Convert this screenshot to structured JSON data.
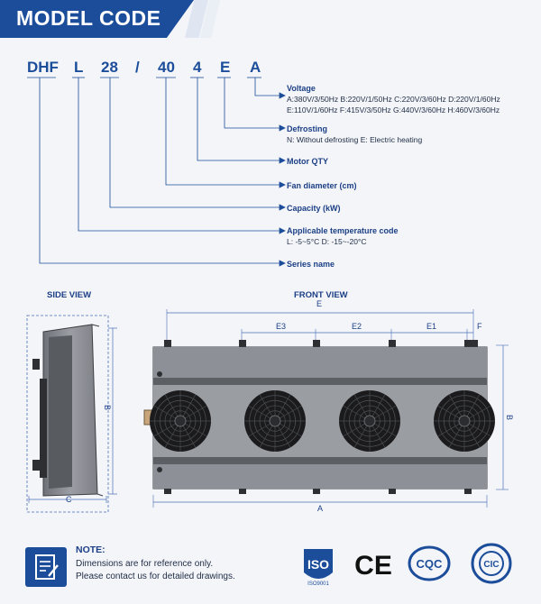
{
  "header": {
    "title": "MODEL CODE"
  },
  "model_code": {
    "segments": [
      "DHF",
      "L",
      "28",
      "/",
      "40",
      "4",
      "E",
      "A"
    ]
  },
  "fields": {
    "voltage": {
      "label": "Voltage",
      "line1": "A:380V/3/50Hz  B:220V/1/50Hz  C:220V/3/60Hz  D:220V/1/60Hz",
      "line2": "E:110V/1/60Hz  F:415V/3/50Hz  G:440V/3/60Hz  H:460V/3/60Hz"
    },
    "defrosting": {
      "label": "Defrosting",
      "line1": "N: Without defrosting   E: Electric heating"
    },
    "motor_qty": {
      "label": "Motor QTY"
    },
    "fan_diameter": {
      "label": "Fan diameter (cm)"
    },
    "capacity": {
      "label": "Capacity (kW)"
    },
    "temp_code": {
      "label": "Applicable temperature code",
      "line1": "L:  -5~5°C    D:  -15~-20°C"
    },
    "series_name": {
      "label": "Series name"
    }
  },
  "side_view": {
    "title": "SIDE VIEW",
    "dim_height": "B",
    "dim_depth": "C"
  },
  "front_view": {
    "title": "FRONT VIEW",
    "dim_overall": "E",
    "dim_segments": [
      "E3",
      "E2",
      "E1",
      "F"
    ],
    "dim_width": "A",
    "dim_height": "B",
    "fan_count": 4
  },
  "note": {
    "title": "NOTE:",
    "line1": "Dimensions are for reference only.",
    "line2": "Please contact us for detailed drawings."
  },
  "certifications": [
    {
      "name": "iso-logo",
      "text": "ISO",
      "sub": "ISO9001"
    },
    {
      "name": "ce-logo",
      "text": "CE"
    },
    {
      "name": "cqc-logo",
      "text": "CQC"
    },
    {
      "name": "cic-logo",
      "text": "CIC"
    }
  ],
  "colors": {
    "brand": "#1c4d9a",
    "panel": "#8d9096",
    "panel_dark": "#5c5f64",
    "fan": "#1b1b1d"
  }
}
